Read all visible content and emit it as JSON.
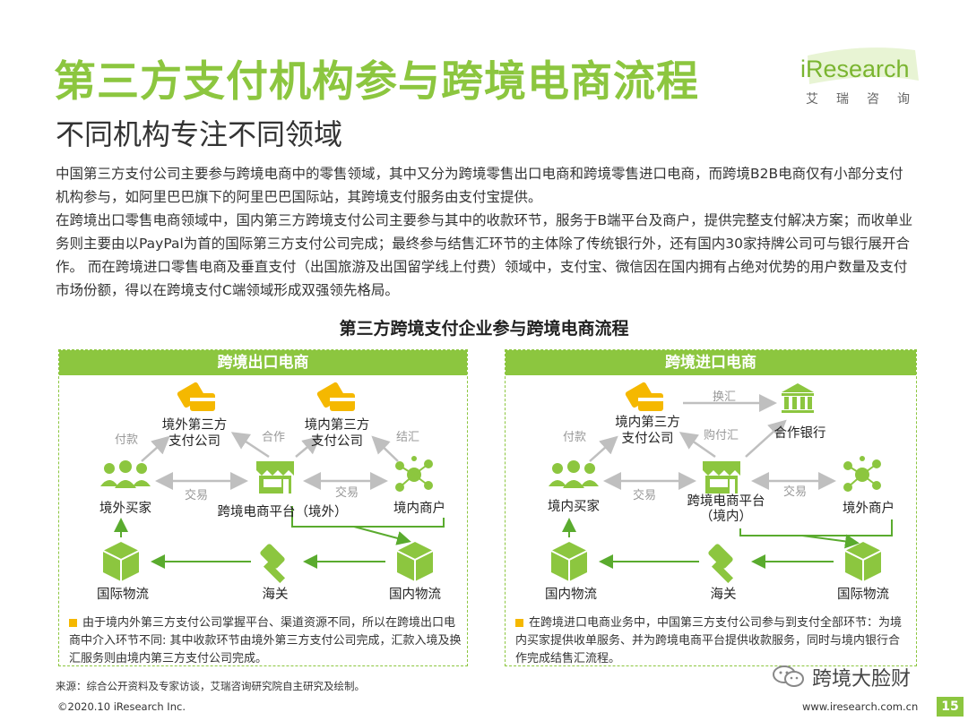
{
  "header": {
    "title": "第三方支付机构参与跨境电商流程",
    "subtitle": "不同机构专注不同领域"
  },
  "logo": {
    "brand": "iResearch",
    "chinese": "艾瑞咨询"
  },
  "body": {
    "paragraphs": [
      "中国第三方支付公司主要参与跨境电商中的零售领域，其中又分为跨境零售出口电商和跨境零售进口电商，而跨境B2B电商仅有小部分支付机构参与，如阿里巴巴旗下的阿里巴巴国际站，其跨境支付服务由支付宝提供。",
      "在跨境出口零售电商领域中，国内第三方跨境支付公司主要参与其中的收款环节，服务于B端平台及商户，提供完整支付解决方案；而收单业务则主要由以PayPal为首的国际第三方支付公司完成；最终参与结售汇环节的主体除了传统银行外，还有国内30家持牌公司可与银行展开合作。 而在跨境进口零售电商及垂直支付（出国旅游及出国留学线上付费）领域中，支付宝、微信因在国内拥有占绝对优势的用户数量及支付市场份额，得以在跨境支付C端领域形成双强领先格局。"
    ]
  },
  "diagram": {
    "title": "第三方跨境支付企业参与跨境电商流程",
    "export_panel": {
      "header": "跨境出口电商",
      "nodes": {
        "overseas_payment": "境外第三方\n支付公司",
        "domestic_payment": "境内第三方\n支付公司",
        "buyer": "境外买家",
        "platform": "跨境电商平台（境外）",
        "merchant": "境内商户",
        "intl_logistics": "国际物流",
        "customs": "海关",
        "domestic_logistics": "国内物流"
      },
      "edges": {
        "pay": "付款",
        "cooperate": "合作",
        "settle": "结汇",
        "trade_left": "交易",
        "trade_right": "交易"
      },
      "note": "由于境内外第三方支付公司掌握平台、渠道资源不同，所以在跨境出口电商中介入环节不同: 其中收款环节由境外第三方支付公司完成，汇款入境及换汇服务则由境内第三方支付公司完成。"
    },
    "import_panel": {
      "header": "跨境进口电商",
      "nodes": {
        "domestic_payment": "境内第三方\n支付公司",
        "bank": "合作银行",
        "buyer": "境内买家",
        "platform": "跨境电商平台\n（境内）",
        "merchant": "境外商户",
        "domestic_logistics": "国内物流",
        "customs": "海关",
        "intl_logistics": "国际物流"
      },
      "edges": {
        "exchange": "换汇",
        "pay": "付款",
        "purchase_fx": "购付汇",
        "trade_left": "交易",
        "trade_right": "交易"
      },
      "note": "在跨境进口电商业务中，中国第三方支付公司参与到支付全部环节：为境内买家提供收单服务、并为跨境电商平台提供收款服务，同时与境内银行合作完成结售汇流程。"
    },
    "colors": {
      "brand_green": "#8cc63f",
      "arrow_gray": "#bfbfbf",
      "arrow_green": "#5aab2e",
      "card_yellow": "#f5b800",
      "note_mark": "#f5b800"
    }
  },
  "footer": {
    "source": "来源：综合公开资料及专家访谈，艾瑞咨询研究院自主研究及绘制。",
    "copyright": "©2020.10 iResearch Inc.",
    "url": "www.iresearch.com.cn",
    "page": "15",
    "wechat": "跨境大脸财"
  }
}
